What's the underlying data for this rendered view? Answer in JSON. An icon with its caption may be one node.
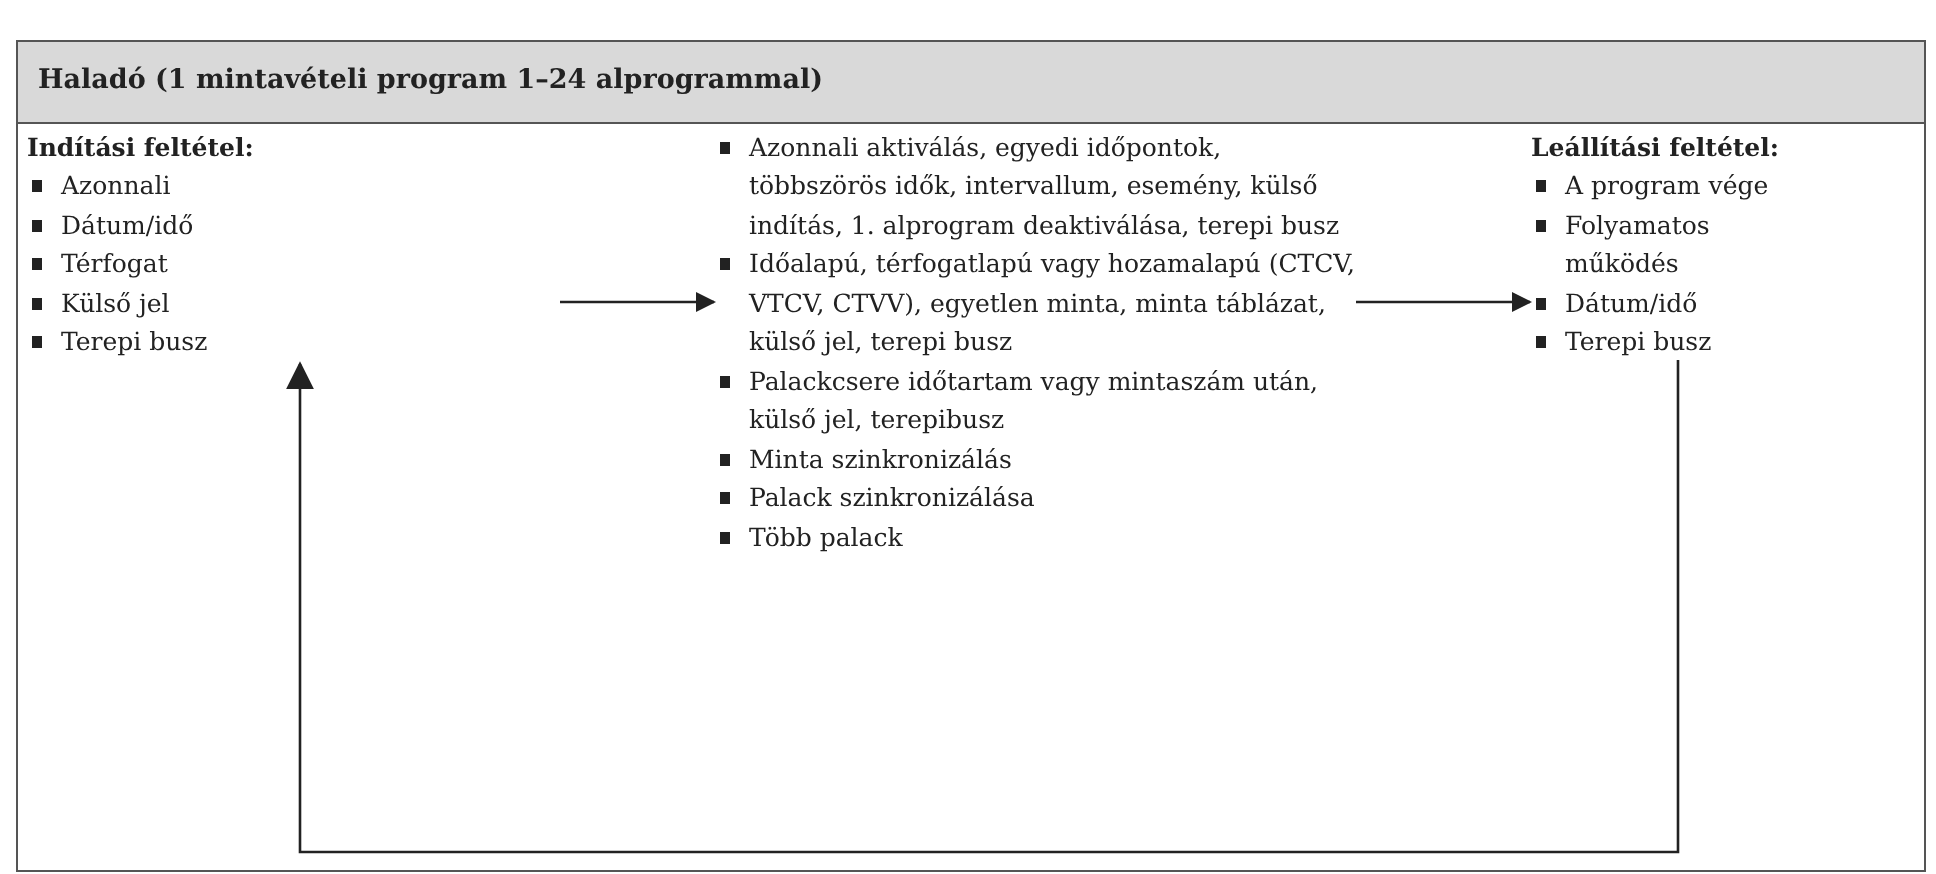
{
  "diagram": {
    "nodes": [
      {
        "text": [
          "Haladó (1 mintavételi program 1–24 alprogrammal)"
        ]
      },
      {
        "text": [
          "Indítási feltétel:",
          "Azonnali",
          "Dátum/idő",
          "Térfogat",
          "Külső jel",
          "Terepi busz"
        ],
        "in": 0
      },
      {
        "text": [
          "Azonnali aktiválás, egyedi időpontok, többszörös idők, intervallum, esemény, külső indítás, 1. alprogram deaktiválása, terepi busz",
          "Időalapú, térfogatlapú vagy hozamalapú (CTCV, VTCV, CTVV), egyetlen minta, minta táblázat, külső jel, terepi busz",
          "Palackcsere időtartam vagy mintaszám után, külső jel, terepibusz",
          "Minta szinkronizálás",
          "Palack szinkronizálása",
          "Több palack"
        ],
        "in": 0
      },
      {
        "text": [
          "Leállítási feltétel:",
          "A program vége",
          "Folyamatos működés",
          "Dátum/idő",
          "Terepi busz"
        ],
        "in": 0
      }
    ],
    "edges": [
      {
        "from": 1,
        "to": 2,
        "arrow": "to"
      },
      {
        "from": 2,
        "to": 3,
        "arrow": "to"
      },
      {
        "from": 3,
        "to": 1,
        "arrow": "to"
      }
    ]
  }
}
